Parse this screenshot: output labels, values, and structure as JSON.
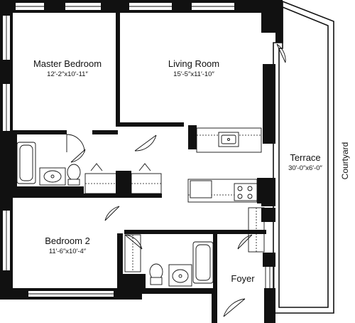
{
  "rooms": {
    "master_bedroom": {
      "name": "Master Bedroom",
      "dimensions": "12′-2″x10′-11″"
    },
    "living_room": {
      "name": "Living Room",
      "dimensions": "15′-5″x11′-10″"
    },
    "bedroom_2": {
      "name": "Bedroom 2",
      "dimensions": "11′-6″x10′-4″"
    },
    "terrace": {
      "name": "Terrace",
      "dimensions": "30′-0″x6′-0″"
    },
    "foyer": {
      "name": "Foyer"
    }
  },
  "labels": {
    "courtyard": "Courtyard"
  },
  "colors": {
    "wall": "#111111",
    "background": "#ffffff"
  }
}
